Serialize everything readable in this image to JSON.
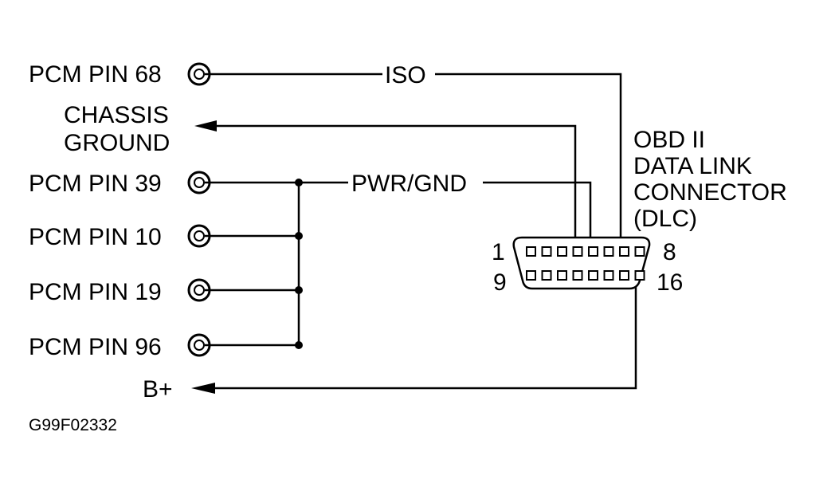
{
  "diagram": {
    "figure_id": "G99F02332",
    "connector": {
      "title_lines": [
        "OBD II",
        "DATA LINK",
        "CONNECTOR",
        "(DLC)"
      ],
      "pin_labels": {
        "top_left": "1",
        "top_right": "8",
        "bottom_left": "9",
        "bottom_right": "16"
      },
      "pins_per_row": 8
    },
    "pcm_pins": [
      {
        "label": "PCM PIN 68"
      },
      {
        "label": "PCM PIN 39"
      },
      {
        "label": "PCM PIN 10"
      },
      {
        "label": "PCM PIN 19"
      },
      {
        "label": "PCM PIN 96"
      }
    ],
    "wires": {
      "iso": {
        "label": "ISO",
        "from": "PCM PIN 68",
        "to_dlc_pin": 7
      },
      "pwr_gnd": {
        "label": "PWR/GND",
        "from": [
          "PCM PIN 39",
          "PCM PIN 10",
          "PCM PIN 19",
          "PCM PIN 96"
        ],
        "to_dlc_pin": 5
      },
      "chassis_ground": {
        "label_lines": [
          "CHASSIS",
          "GROUND"
        ],
        "to_dlc_pin": 4
      },
      "b_plus": {
        "label": "B+",
        "to_dlc_pin": 16
      }
    }
  }
}
